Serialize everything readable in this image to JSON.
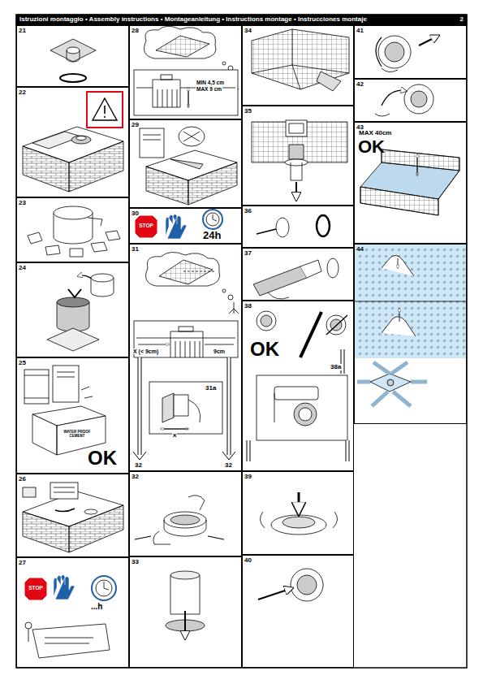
{
  "diagram": {
    "title": "Istruzioni montaggio • Assembly instructions • Montageanleitung • Instructions montage • Instrucciones montaje",
    "nodes": [
      {
        "text": [
          "21"
        ]
      },
      {
        "text": [
          "22"
        ]
      },
      {
        "text": [
          "23"
        ]
      },
      {
        "text": [
          "24"
        ]
      },
      {
        "text": [
          "25"
        ]
      },
      {
        "text": [
          "26"
        ]
      },
      {
        "text": [
          "27"
        ]
      },
      {
        "text": [
          "28"
        ]
      },
      {
        "text": [
          "29"
        ]
      },
      {
        "text": [
          "30"
        ]
      },
      {
        "text": [
          "31"
        ]
      },
      {
        "text": [
          "32"
        ]
      },
      {
        "text": [
          "33"
        ]
      },
      {
        "text": [
          "34"
        ]
      },
      {
        "text": [
          "35"
        ]
      },
      {
        "text": [
          "36"
        ]
      },
      {
        "text": [
          "37"
        ]
      },
      {
        "text": [
          "38"
        ]
      },
      {
        "text": [
          "39"
        ]
      },
      {
        "text": [
          "40"
        ]
      },
      {
        "text": [
          "41"
        ]
      },
      {
        "text": [
          "42"
        ]
      },
      {
        "text": [
          "43"
        ]
      },
      {
        "text": [
          "44"
        ]
      }
    ],
    "labels": [
      "2",
      "MIN 4,5 cm",
      "MAX 9 cm",
      "OK",
      "WATER PROOF CEMENT",
      "STOP",
      "...h",
      "STOP",
      "24h",
      "X (< 9cm)",
      "9cm",
      "31a",
      "x",
      "32",
      "32",
      "OK",
      "38a",
      "MAX 40cm",
      "OK"
    ]
  }
}
